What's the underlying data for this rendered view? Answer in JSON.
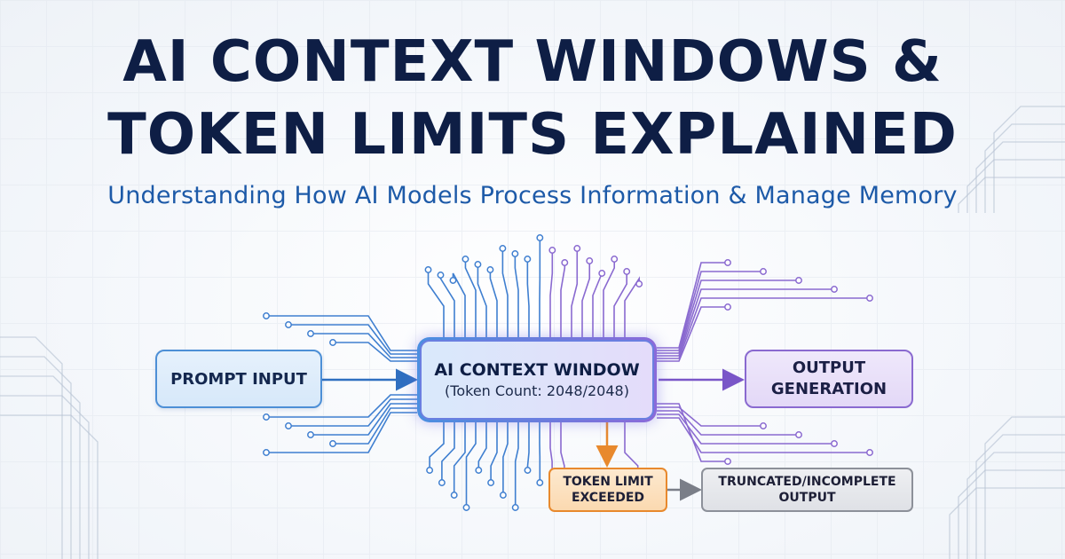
{
  "header": {
    "title_line1": "AI CONTEXT WINDOWS &",
    "title_line2": "TOKEN LIMITS EXPLAINED",
    "subtitle": "Understanding How AI Models Process Information & Manage Memory"
  },
  "diagram": {
    "prompt_input": "PROMPT INPUT",
    "context_window": {
      "title": "AI CONTEXT WINDOW",
      "token_count": "(Token Count: 2048/2048)"
    },
    "output_generation": {
      "line1": "OUTPUT",
      "line2": "GENERATION"
    },
    "token_limit_exceeded": {
      "line1": "TOKEN LIMIT",
      "line2": "EXCEEDED"
    },
    "truncated_output": {
      "line1": "TRUNCATED/INCOMPLETE",
      "line2": "OUTPUT"
    }
  },
  "colors": {
    "title": "#0e1e45",
    "subtitle": "#1d5aa8",
    "circuit_blue": "#3f7fd0",
    "circuit_purple": "#8a6ad0",
    "arrow_blue": "#2f6fc0",
    "arrow_purple": "#7a56c8",
    "arrow_orange": "#e8892d",
    "arrow_gray": "#7a7e88"
  }
}
